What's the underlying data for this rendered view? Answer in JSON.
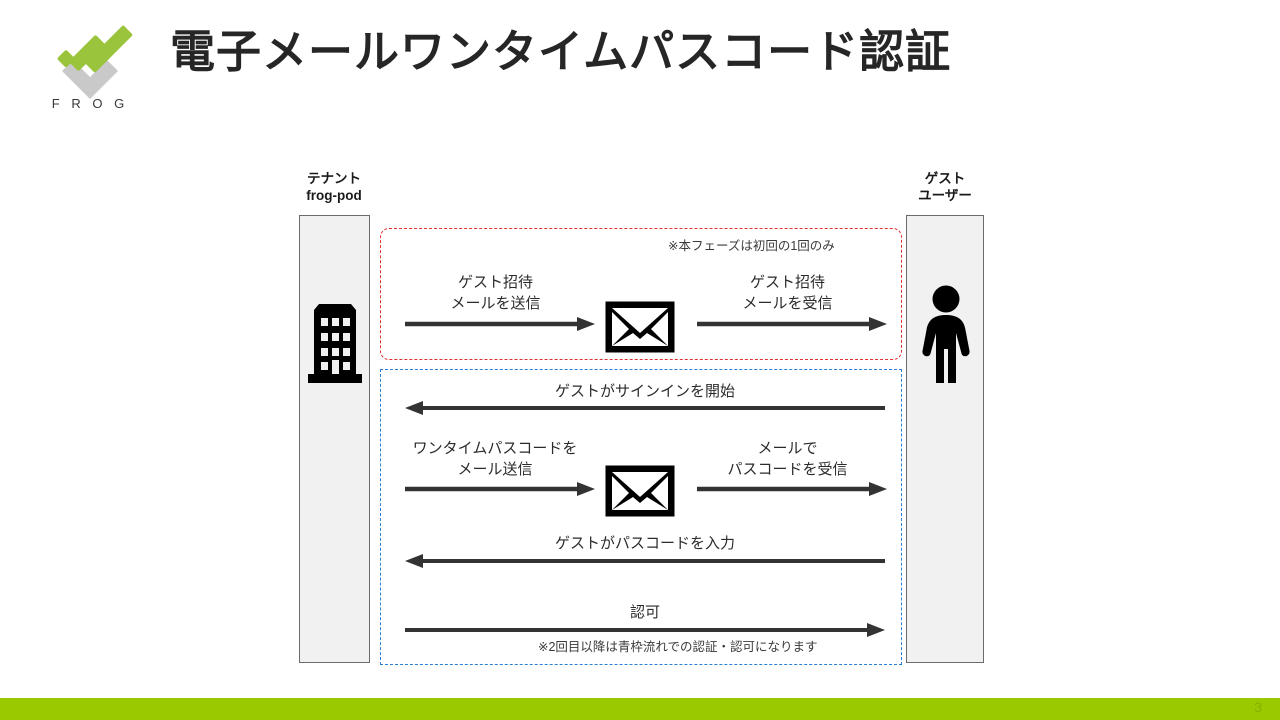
{
  "header": {
    "title": "電子メールワンタイムパスコード認証",
    "logo_wordmark": "F R O G",
    "logo_green": "#9ac43c",
    "logo_gray": "#c9c9c9"
  },
  "lanes": {
    "tenant": {
      "line1": "テナント",
      "line2": "frog-pod",
      "icon": "building-icon"
    },
    "guest": {
      "line1": "ゲスト",
      "line2": "ユーザー",
      "icon": "person-icon"
    }
  },
  "phases": [
    {
      "id": "invite",
      "border_color": "#e03131",
      "border_style": "dashed",
      "note": "※本フェーズは初回の1回のみ",
      "steps": [
        {
          "label": "ゲスト招待\nメールを送信",
          "direction": "right",
          "side": "left"
        },
        {
          "label": "ゲスト招待\nメールを受信",
          "direction": "right",
          "side": "right"
        }
      ],
      "center_icon": "envelope-icon"
    },
    {
      "id": "signin",
      "border_color": "#2a7fd4",
      "border_style": "dashed",
      "note": "※2回目以降は青枠流れでの認証・認可になります",
      "steps": [
        {
          "label": "ゲストがサインインを開始",
          "direction": "left",
          "side": "full"
        },
        {
          "label": "ワンタイムパスコードを\nメール送信",
          "direction": "right",
          "side": "left"
        },
        {
          "label": "メールで\nパスコードを受信",
          "direction": "right",
          "side": "right"
        },
        {
          "label": "ゲストがパスコードを入力",
          "direction": "left",
          "side": "full"
        },
        {
          "label": "認可",
          "direction": "right",
          "side": "full"
        }
      ],
      "center_icon": "envelope-icon"
    }
  ],
  "footer": {
    "page_number": "3",
    "bar_color": "#9bc900"
  }
}
